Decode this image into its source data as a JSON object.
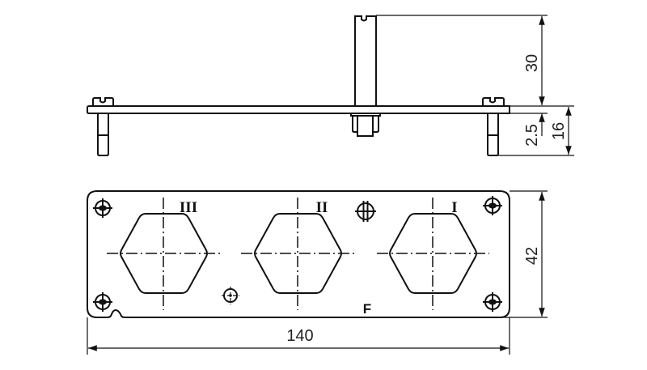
{
  "drawing": {
    "type": "technical-drawing",
    "views": [
      "side-view",
      "front-view"
    ],
    "dimensions": {
      "standoff_height": "30",
      "plate_thickness": "2.5",
      "screw_length": "16",
      "plate_height": "42",
      "plate_width": "140"
    },
    "port_labels": [
      "III",
      "II",
      "I"
    ],
    "marking": "F",
    "line_color": "#111111",
    "background": "#ffffff"
  }
}
